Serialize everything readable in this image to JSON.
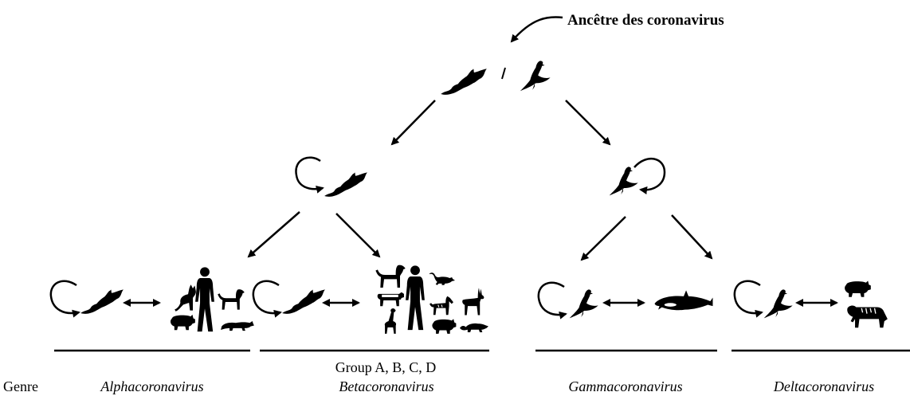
{
  "diagram": {
    "title": "Ancêtre des coronavirus",
    "row_label": "Genre",
    "genera": [
      {
        "name": "Alphacoronavirus",
        "subtitle": ""
      },
      {
        "name": "Betacoronavirus",
        "subtitle": "Group A, B, C, D"
      },
      {
        "name": "Gammacoronavirus",
        "subtitle": ""
      },
      {
        "name": "Deltacoronavirus",
        "subtitle": ""
      }
    ],
    "hosts": {
      "alpha": [
        "bat-icon",
        "cat-icon",
        "human-icon",
        "dog-icon",
        "pig-icon",
        "ferret-icon"
      ],
      "beta": [
        "bat-icon",
        "dog-icon",
        "human-icon",
        "rat-icon",
        "cow-icon",
        "horse-icon",
        "antelope-icon",
        "giraffe-icon",
        "pig-icon",
        "mongoose-icon"
      ],
      "gamma": [
        "bird-icon",
        "whale-icon"
      ],
      "delta": [
        "bird-icon",
        "pig-icon",
        "tiger-icon"
      ]
    },
    "colors": {
      "ink": "#000000",
      "background": "#ffffff"
    }
  }
}
